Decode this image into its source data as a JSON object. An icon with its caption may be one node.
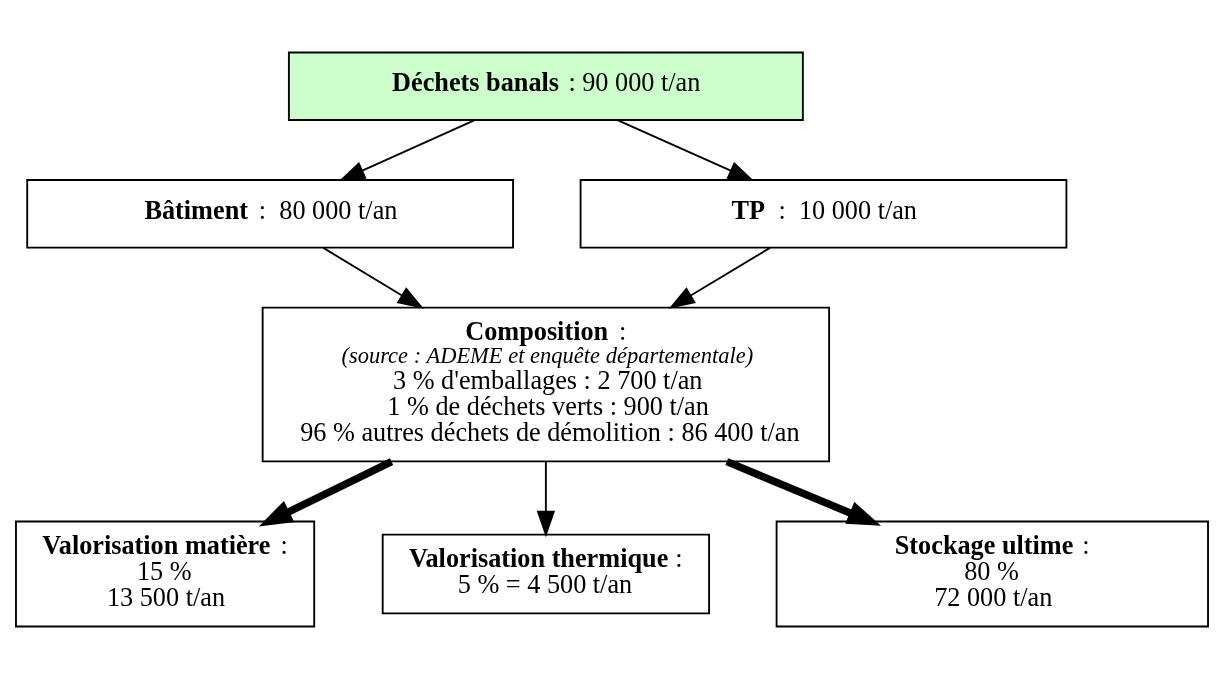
{
  "diagram": {
    "nodes": [
      {
        "text": [
          "**Déchets banals** : 90 000 t/an"
        ]
      },
      {
        "text": [
          "**Bâtiment** :  80 000 t/an"
        ]
      },
      {
        "text": [
          "**TP** :  10 000 t/an"
        ]
      },
      {
        "text": [
          "**Composition** :",
          "(source : ADEME et enquête départementale)",
          "3 % d'emballages : 2 700 t/an",
          "1 % de déchets verts : 900 t/an",
          "96 % autres déchets de démolition : 86 400 t/an"
        ]
      },
      {
        "text": [
          "**Valorisation matière** :",
          "15 %",
          "13 500 t/an"
        ]
      },
      {
        "text": [
          "**Valorisation thermique** :",
          "5 % = 4 500 t/an"
        ]
      },
      {
        "text": [
          "**Stockage ultime** :",
          "80 %",
          "72 000 t/an"
        ]
      }
    ],
    "edges": [
      {
        "from": 0,
        "to": 1,
        "arrow": "to"
      },
      {
        "from": 0,
        "to": 2,
        "arrow": "to"
      },
      {
        "from": 1,
        "to": 3,
        "arrow": "to"
      },
      {
        "from": 2,
        "to": 3,
        "arrow": "to"
      },
      {
        "from": 3,
        "to": 4,
        "arrow": "to",
        "style": "thick"
      },
      {
        "from": 3,
        "to": 5,
        "arrow": "to"
      },
      {
        "from": 3,
        "to": 6,
        "arrow": "to",
        "style": "thick"
      }
    ]
  }
}
